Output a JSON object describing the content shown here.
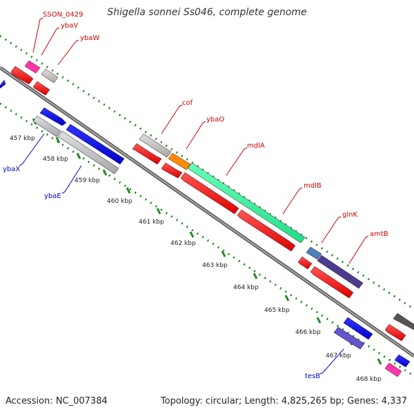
{
  "title": "Shigella sonnei Ss046, complete genome",
  "footer": {
    "accession": "Accession: NC_007384",
    "summary": "Topology: circular; Length: 4,825,265 bp; Genes: 4,337"
  },
  "kbp_labels": [
    "457 kbp",
    "458 kbp",
    "459 kbp",
    "460 kbp",
    "461 kbp",
    "462 kbp",
    "463 kbp",
    "464 kbp",
    "465 kbp",
    "466 kbp",
    "467 kbp",
    "468 kbp"
  ],
  "gene_labels": {
    "sson_0429": "SSON_0429",
    "ybaV": "ybaV",
    "ybaW": "ybaW",
    "cof": "cof",
    "ybaO": "ybaO",
    "mdlA": "mdlA",
    "mdlB": "mdlB",
    "glnK": "glnK",
    "amtB": "amtB",
    "ybaX": "ybaX",
    "ybaE": "ybaE",
    "tesB": "tesB"
  },
  "colors": {
    "forward_label": "#cc0000",
    "reverse_label": "#0000cc",
    "cds_red": "#ff0000",
    "cds_blue": "#0000ff",
    "gray_gene": "#c8c8c8",
    "mdlA": "#33ffaa",
    "ybaO": "#ff8c00",
    "glnK": "#4a7fc0",
    "amtB": "#4a3d8f",
    "sson_0429": "#ff33aa",
    "tesB": "#6655cc",
    "backbone": "#888888",
    "dots": "#228822"
  }
}
